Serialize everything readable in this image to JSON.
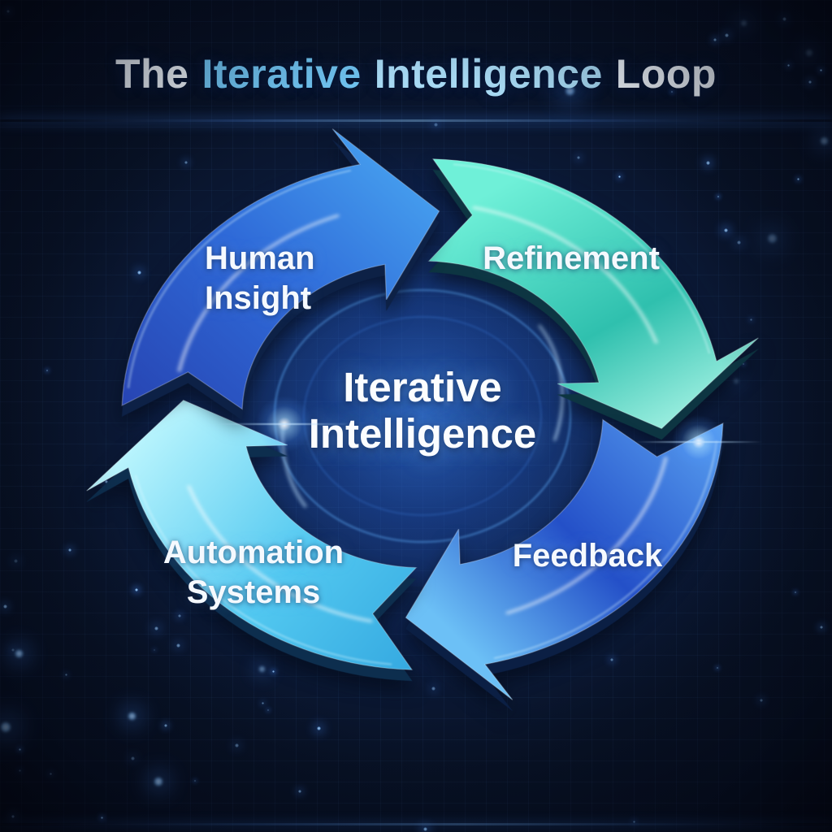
{
  "title": {
    "parts": [
      {
        "text": "The",
        "color": "#eff5fb"
      },
      {
        "text": "Iterative",
        "color": "#6fc2ef"
      },
      {
        "text": "Intelligence",
        "color": "#a7d9f3"
      },
      {
        "text": "Loop",
        "color": "#eff5fb"
      }
    ]
  },
  "center_label": {
    "line1": "Iterative",
    "line2": "Intelligence"
  },
  "steps": [
    {
      "name": "human-insight",
      "line1": "Human",
      "line2": "Insight",
      "color_start": "#2640ae",
      "color_mid": "#2f6ad8",
      "color_end": "#47a2f0",
      "side_color": "#0d2146"
    },
    {
      "name": "refinement",
      "line1": "Refinement",
      "line2": "",
      "color_start": "#6ff0d8",
      "color_mid": "#2fc0ae",
      "color_end": "#b2f8ea",
      "side_color": "#0d3542"
    },
    {
      "name": "feedback",
      "line1": "Feedback",
      "line2": "",
      "color_start": "#5aa2f2",
      "color_mid": "#2450c8",
      "color_end": "#6cc0f6",
      "side_color": "#0b1f44"
    },
    {
      "name": "automation-systems",
      "line1": "Automation",
      "line2": "Systems",
      "color_start": "#2598d8",
      "color_mid": "#52c8f0",
      "color_end": "#b8f4fd",
      "side_color": "#0d2e4e"
    }
  ],
  "palette": {
    "background": "#081226",
    "ambient_glow": "#1e56c8",
    "particle": "#6fb0f8",
    "ring_stroke": "#5aa6f2",
    "label_text": "#f5f9fe",
    "center_text": "#fbfdff"
  }
}
